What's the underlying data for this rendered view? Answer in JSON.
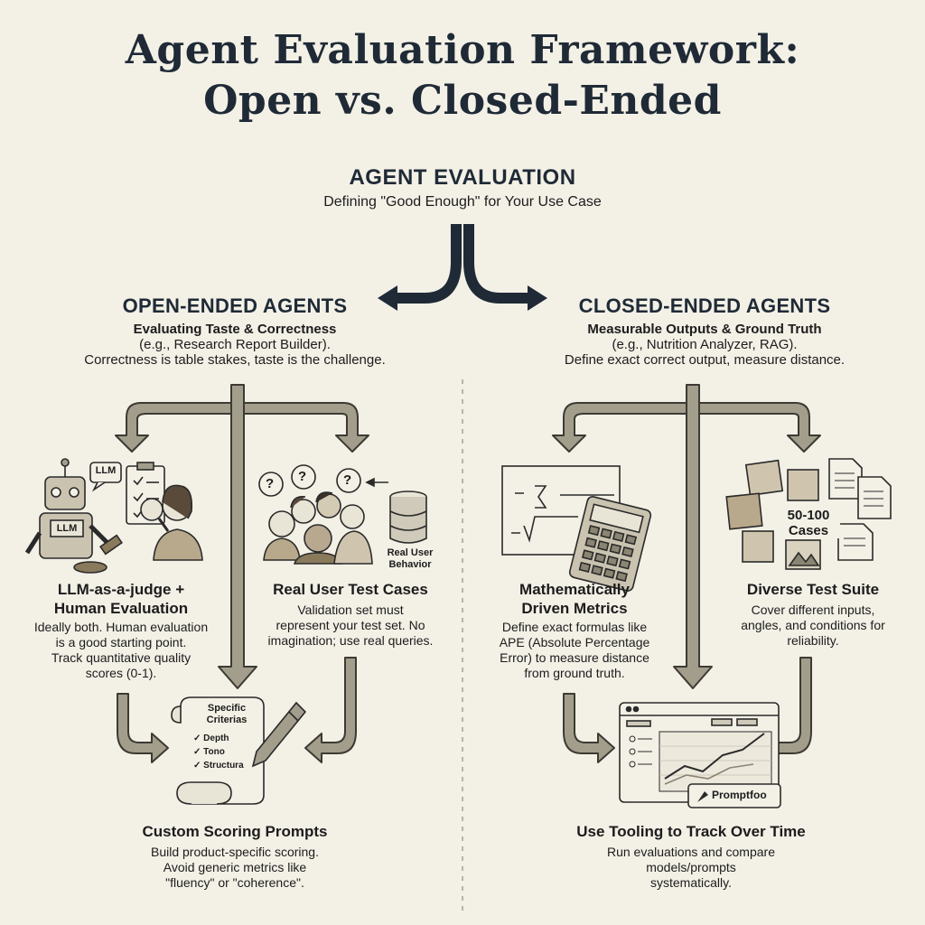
{
  "title_line1": "Agent Evaluation Framework:",
  "title_line2": "Open vs. Closed-Ended",
  "root": {
    "title": "AGENT EVALUATION",
    "subtitle": "Defining \"Good Enough\" for Your Use Case"
  },
  "open": {
    "title": "OPEN-ENDED AGENTS",
    "subtitle": "Evaluating Taste & Correctness",
    "line1": "(e.g., Research Report Builder).",
    "line2": "Correctness is table stakes, taste is the challenge.",
    "llm_judge": {
      "title1": "LLM-as-a-judge +",
      "title2": "Human Evaluation",
      "d1": "Ideally both. Human evaluation",
      "d2": "is a good starting point.",
      "d3": "Track quantitative quality",
      "d4": "scores (0-1).",
      "bubble": "LLM",
      "robot_label": "LLM"
    },
    "real_user": {
      "title": "Real User Test Cases",
      "d1": "Validation set must",
      "d2": "represent your test set. No",
      "d3": "imagination; use real queries.",
      "db_label1": "Real User",
      "db_label2": "Behavior"
    },
    "scoring": {
      "title": "Custom Scoring Prompts",
      "d1": "Build product-specific scoring.",
      "d2": "Avoid generic metrics like",
      "d3": "\"fluency\" or \"coherence\".",
      "scroll_t1": "Specific",
      "scroll_t2": "Criterias",
      "items": [
        "Depth",
        "Tono",
        "Structura"
      ]
    }
  },
  "closed": {
    "title": "CLOSED-ENDED AGENTS",
    "subtitle": "Measurable Outputs & Ground Truth",
    "line1": "(e.g., Nutrition Analyzer, RAG).",
    "line2": "Define exact correct output, measure distance.",
    "math": {
      "title1": "Mathematically",
      "title2": "Driven Metrics",
      "d1": "Define exact formulas like",
      "d2": "APE (Absolute Percentage",
      "d3": "Error) to measure distance",
      "d4": "from ground truth."
    },
    "suite": {
      "title": "Diverse Test Suite",
      "d1": "Cover different inputs,",
      "d2": "angles, and conditions for",
      "d3": "reliability.",
      "count1": "50-100",
      "count2": "Cases"
    },
    "tooling": {
      "title": "Use Tooling to Track Over Time",
      "d1": "Run evaluations and compare",
      "d2": "models/prompts",
      "d3": "systematically.",
      "tool_label": "Promptfoo"
    }
  },
  "colors": {
    "navy": "#1f2a36",
    "arrow": "#a39e8c",
    "arrow_stroke": "#3c3a33",
    "background": "#f3f0e6"
  }
}
